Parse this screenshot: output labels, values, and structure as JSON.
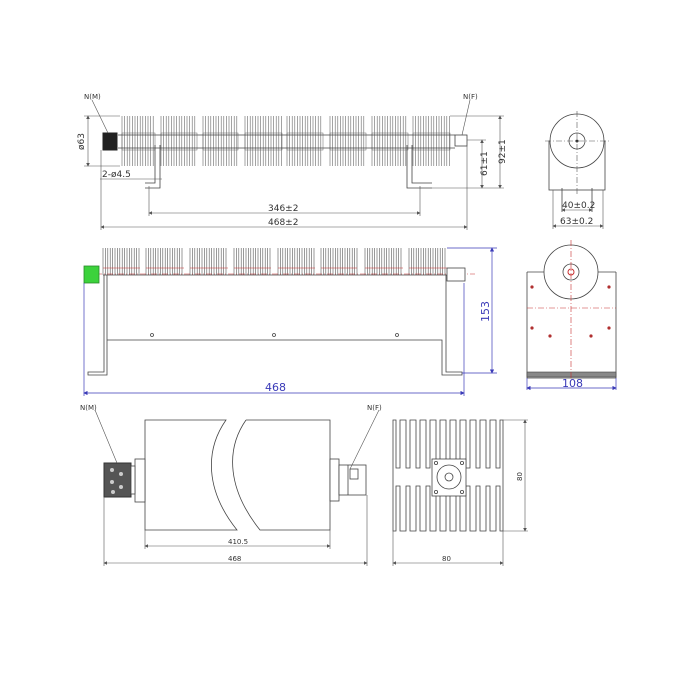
{
  "top_view": {
    "left_connector_label": "N(M)",
    "right_connector_label": "N(F)",
    "diameter_label": "ø63",
    "mount_hole_label": "2-ø4.5",
    "hole_spacing_label": "346±2",
    "overall_length_label": "468±2",
    "connector_height_label": "61±1",
    "overall_height_label": "92±1"
  },
  "end_view_top": {
    "inner_width_label": "40±0.2",
    "outer_width_label": "63±0.2"
  },
  "side_view": {
    "height_label": "153",
    "length_label": "468",
    "connector_color": "#3cd23c",
    "dimension_color": "#3a3ab8",
    "centerline_color": "#c83030"
  },
  "end_view_side": {
    "width_label": "108"
  },
  "bottom_view": {
    "left_connector_label": "N(M)",
    "right_connector_label": "N(F)",
    "body_length_label": "410.5",
    "overall_length_label": "468"
  },
  "heatsink_end_view": {
    "height_label": "80",
    "width_label": "80"
  }
}
